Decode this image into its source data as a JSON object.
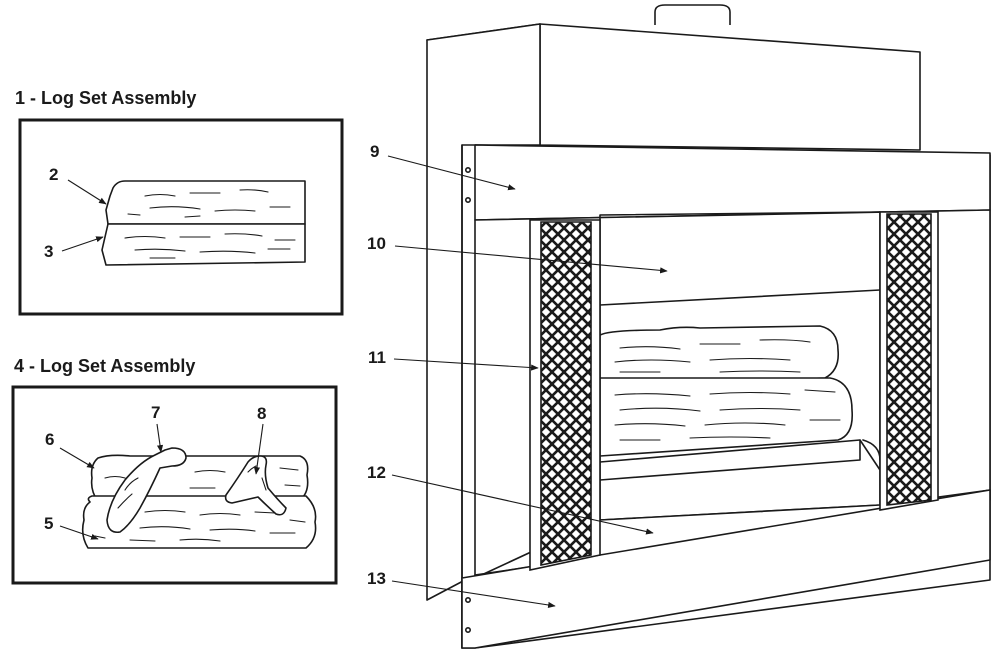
{
  "insets": [
    {
      "title": "1 - Log Set Assembly",
      "labels": [
        "2",
        "3"
      ]
    },
    {
      "title": "4 - Log Set Assembly",
      "labels": [
        "6",
        "7",
        "8",
        "5"
      ]
    }
  ],
  "fireplace_labels": [
    "9",
    "10",
    "11",
    "12",
    "13"
  ]
}
